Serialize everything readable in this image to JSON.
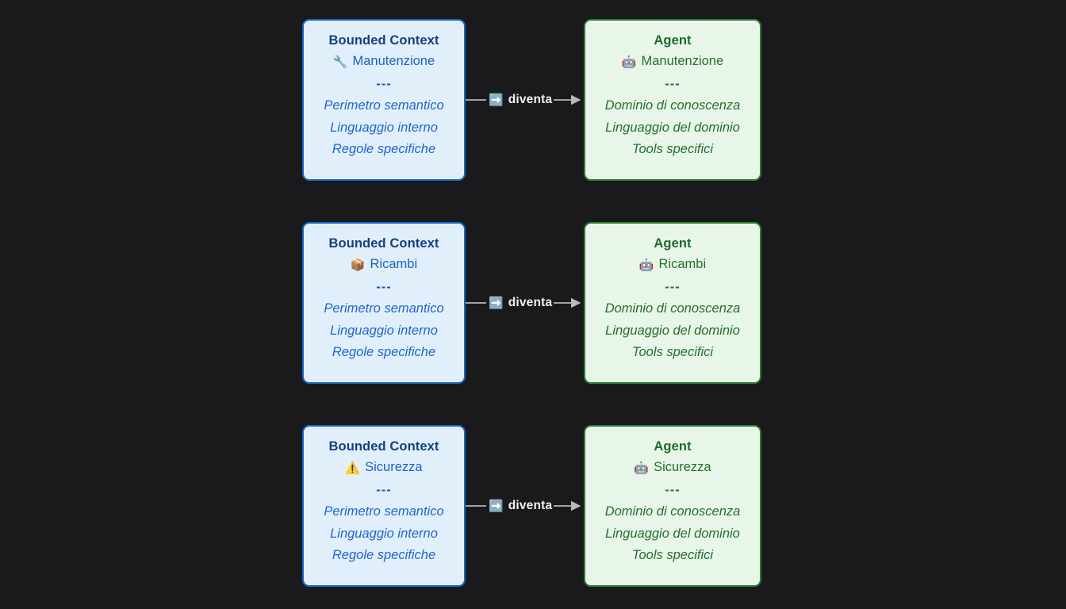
{
  "theme": {
    "background": "#1a1a1c",
    "context_fill": "#e1effb",
    "context_border": "#1766c8",
    "context_title_color": "#14407f",
    "context_text_color": "#1f66cb",
    "agent_fill": "#e8f5e9",
    "agent_border": "#2e7d32",
    "agent_title_color": "#1f6b2a",
    "agent_text_color": "#24702f",
    "edge_color": "#cfcfcf",
    "edge_label_color": "#f2f2f2"
  },
  "diagram": {
    "separator": "---",
    "edge_label": "diventa",
    "edge_icon": "➡️",
    "edge_icon_name": "right-arrow-emoji",
    "rows": [
      {
        "context": {
          "title": "Bounded Context",
          "icon": "🔧",
          "icon_name": "wrench-icon",
          "subtitle": "Manutenzione",
          "separator": "---",
          "lines": [
            "Perimetro semantico",
            "Linguaggio interno",
            "Regole specifiche"
          ]
        },
        "edge": {
          "label": "diventa",
          "icon": "➡️"
        },
        "agent": {
          "title": "Agent",
          "icon": "🤖",
          "icon_name": "robot-icon",
          "subtitle": "Manutenzione",
          "separator": "---",
          "lines": [
            "Dominio di conoscenza",
            "Linguaggio del dominio",
            "Tools specifici"
          ]
        }
      },
      {
        "context": {
          "title": "Bounded Context",
          "icon": "📦",
          "icon_name": "package-icon",
          "subtitle": "Ricambi",
          "separator": "---",
          "lines": [
            "Perimetro semantico",
            "Linguaggio interno",
            "Regole specifiche"
          ]
        },
        "edge": {
          "label": "diventa",
          "icon": "➡️"
        },
        "agent": {
          "title": "Agent",
          "icon": "🤖",
          "icon_name": "robot-icon",
          "subtitle": "Ricambi",
          "separator": "---",
          "lines": [
            "Dominio di conoscenza",
            "Linguaggio del dominio",
            "Tools specifici"
          ]
        }
      },
      {
        "context": {
          "title": "Bounded Context",
          "icon": "⚠️",
          "icon_name": "warning-icon",
          "subtitle": "Sicurezza",
          "separator": "---",
          "lines": [
            "Perimetro semantico",
            "Linguaggio interno",
            "Regole specifiche"
          ]
        },
        "edge": {
          "label": "diventa",
          "icon": "➡️"
        },
        "agent": {
          "title": "Agent",
          "icon": "🤖",
          "icon_name": "robot-icon",
          "subtitle": "Sicurezza",
          "separator": "---",
          "lines": [
            "Dominio di conoscenza",
            "Linguaggio del dominio",
            "Tools specifici"
          ]
        }
      }
    ]
  }
}
